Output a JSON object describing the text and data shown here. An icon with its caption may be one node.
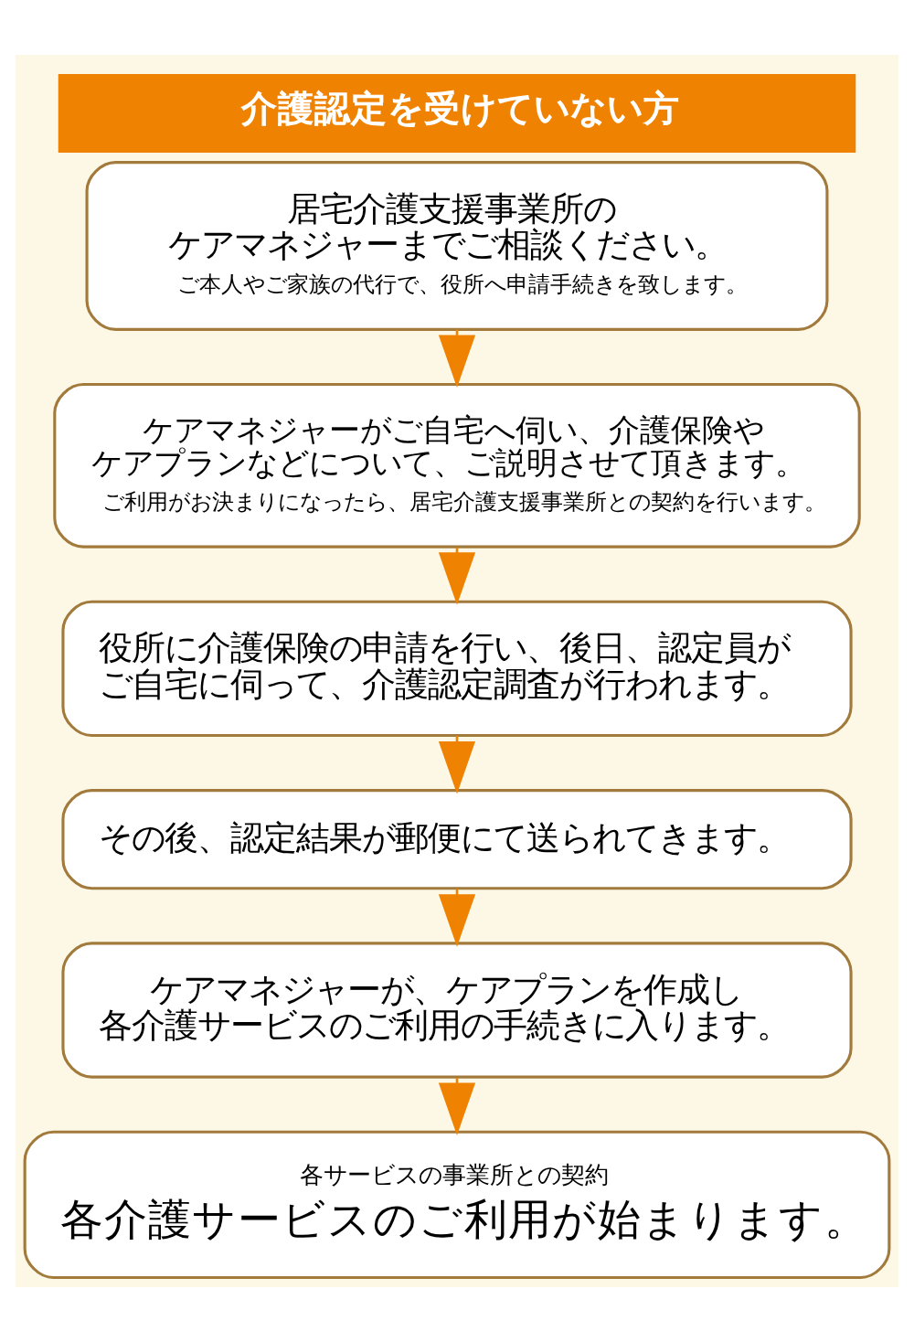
{
  "diagram": {
    "title": "介護認定を受けていない方",
    "nodes": [
      {
        "text": [
          "居宅介護支援事業所のケアマネジャーまでご相談ください。",
          "ご本人やご家族の代行で、役所へ申請手続きを致します。"
        ]
      },
      {
        "text": [
          "ケアマネジャーがご自宅へ伺い、介護保険やケアプランなどについて、ご説明させて頂きます。",
          "ご利用がお決まりになったら、居宅介護支援事業所との契約を行います。"
        ]
      },
      {
        "text": [
          "役所に介護保険の申請を行い、後日、認定員がご自宅に伺って、介護認定調査が行われます。"
        ]
      },
      {
        "text": [
          "その後、認定結果が郵便にて送られてきます。"
        ]
      },
      {
        "text": [
          "ケアマネジャーが、ケアプランを作成し各介護サービスのご利用の手続きに入ります。"
        ]
      },
      {
        "text": [
          "各サービスの事業所との契約",
          "各介護サービスのご利用が始まります。"
        ]
      }
    ],
    "edges": [
      {
        "from": 0,
        "to": 1,
        "arrow": "to"
      },
      {
        "from": 1,
        "to": 2,
        "arrow": "to"
      },
      {
        "from": 2,
        "to": 3,
        "arrow": "to"
      },
      {
        "from": 3,
        "to": 4,
        "arrow": "to"
      },
      {
        "from": 4,
        "to": 5,
        "arrow": "to"
      }
    ]
  }
}
